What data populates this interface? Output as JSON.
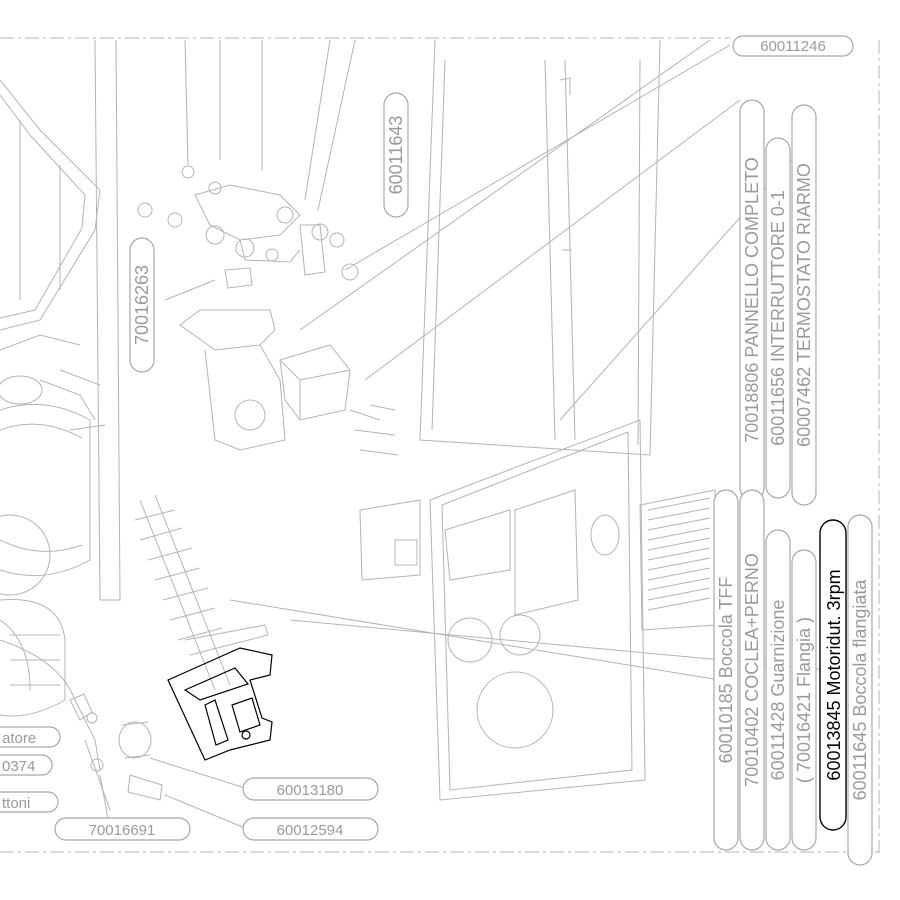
{
  "labels": {
    "p60011246": "60011246",
    "p60011643": "60011643",
    "p70016263": "70016263",
    "p60013180": "60013180",
    "p60012594": "60012594",
    "p70016691": "70016691",
    "cut_tore": "atore",
    "cut_0374": "0374",
    "cut_ttoni": "ttoni"
  },
  "parts_list": [
    {
      "key": "pannello",
      "text": "70018806 PANNELLO COMPLETO"
    },
    {
      "key": "interruttore",
      "text": "60011656 INTERRUTTORE 0-1"
    },
    {
      "key": "termostato",
      "text": "60007462 TERMOSTATO RIARMO"
    },
    {
      "key": "boccola_tff",
      "text": "60010185 Boccola TFF"
    },
    {
      "key": "coclea",
      "text": "70010402 COCLEA+PERNO"
    },
    {
      "key": "guarnizione",
      "text": "60011428 Guarnizione"
    },
    {
      "key": "flangia",
      "text": "( 70016421 Flangia )"
    },
    {
      "key": "motoriduttore",
      "text": "60013845 Motoridut. 3rpm",
      "selected": true
    },
    {
      "key": "boccola_flangiata",
      "text": "60011645 Boccola flangiata"
    }
  ],
  "colors": {
    "line": "#b4b4b4",
    "text": "#9a9a9a",
    "selected": "#000000"
  }
}
